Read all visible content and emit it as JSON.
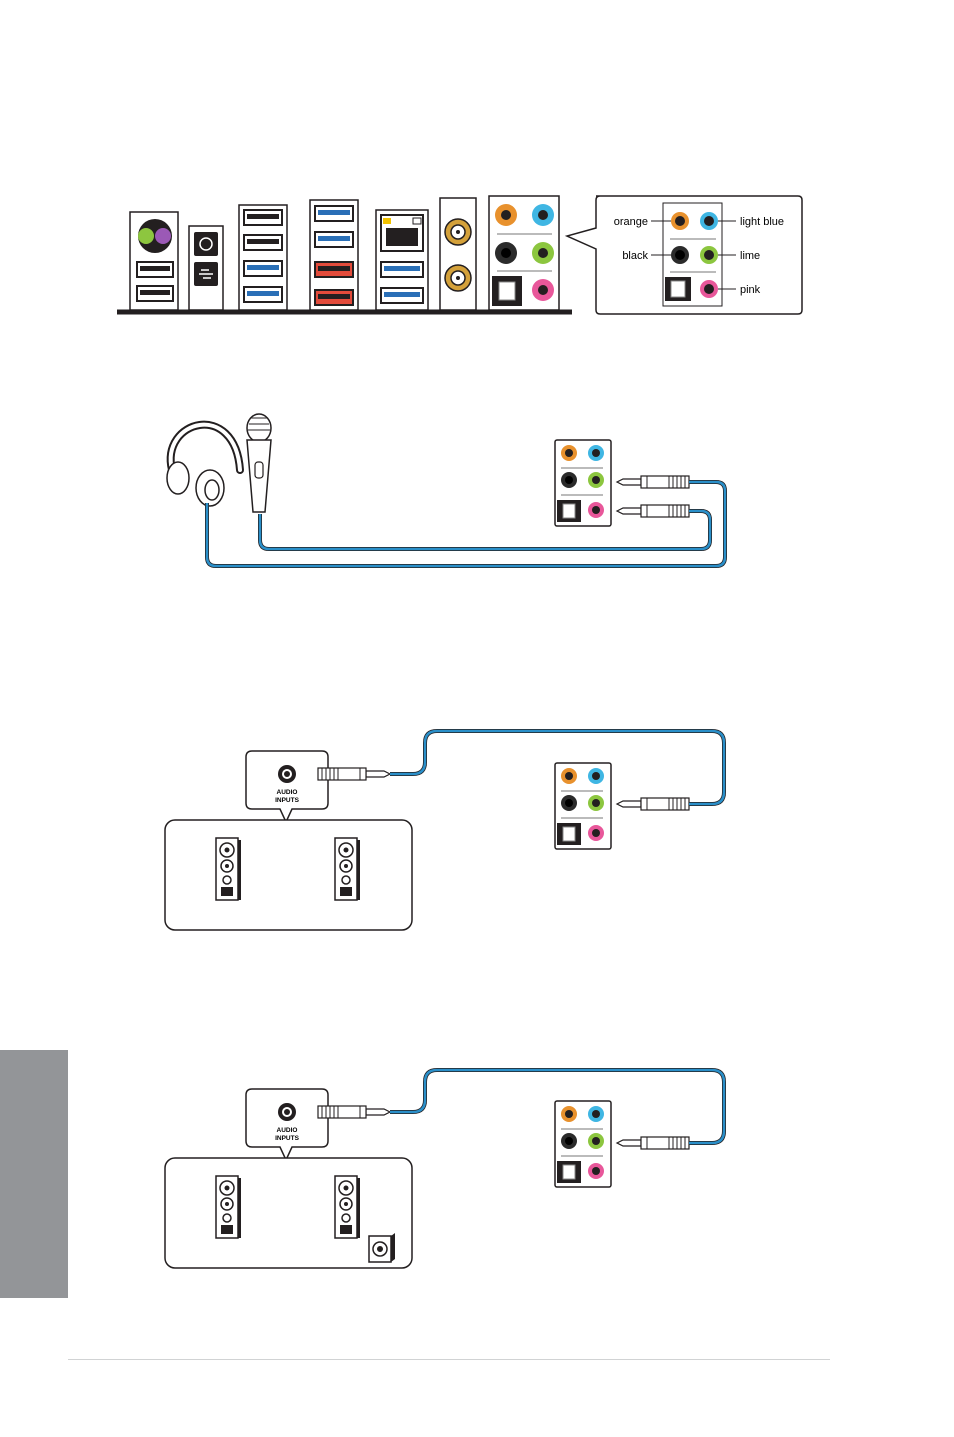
{
  "jack_legend": {
    "orange": "orange",
    "light_blue": "light blue",
    "black": "black",
    "lime": "lime",
    "pink": "pink"
  },
  "speaker_box_1": {
    "label_line1": "AUDIO",
    "label_line2": "INPUTS"
  },
  "speaker_box_2": {
    "label_line1": "AUDIO",
    "label_line2": "INPUTS"
  },
  "colors": {
    "orange": "#e8912d",
    "light_blue": "#3fb6e3",
    "black": "#2b2b2b",
    "lime": "#8cc63f",
    "pink": "#e8579a",
    "cable": "#2a8fc9",
    "side_tab": "#939598"
  }
}
